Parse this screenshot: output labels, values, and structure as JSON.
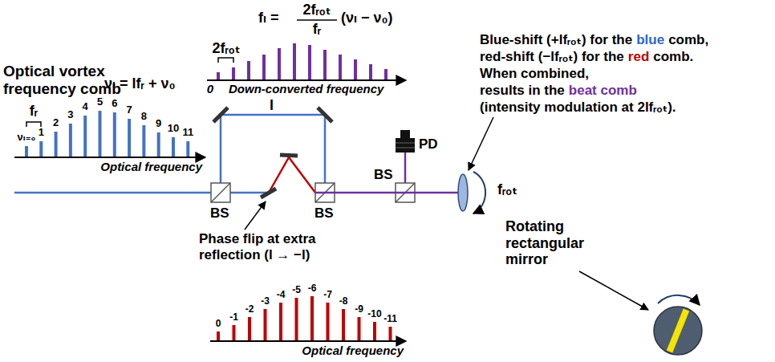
{
  "diagram": {
    "labels": [
      "Optical vortex frequency comb",
      "fᵣ",
      "νₗ = lfᵣ + ν₀",
      "νₗ₌₀",
      "1",
      "2",
      "3",
      "4",
      "5",
      "6",
      "7",
      "8",
      "9",
      "10",
      "11",
      "Optical frequency",
      "l",
      "BS",
      "BS",
      "BS",
      "Phase flip at extra reflection (l → −l)",
      "0",
      "-1",
      "-2",
      "-3",
      "-4",
      "-5",
      "-6",
      "-7",
      "-8",
      "-9",
      "-10",
      "-11",
      "Optical frequency",
      "fₗ =",
      "2fᵣₒₜ",
      "fᵣ",
      "(νₗ − ν₀)",
      "2fᵣₒₜ",
      "0",
      "Down-converted frequency",
      "PD",
      "Blue-shift (+lfᵣₒₜ) for the",
      "blue",
      "comb,",
      "red-shift (−lfᵣₒₜ) for the",
      "red",
      "comb.",
      "When combined,",
      "results in the",
      "beat comb",
      "(intensity modulation at 2lfᵣₒₜ).",
      "fᵣₒₜ",
      "Rotating rectangular mirror"
    ]
  }
}
